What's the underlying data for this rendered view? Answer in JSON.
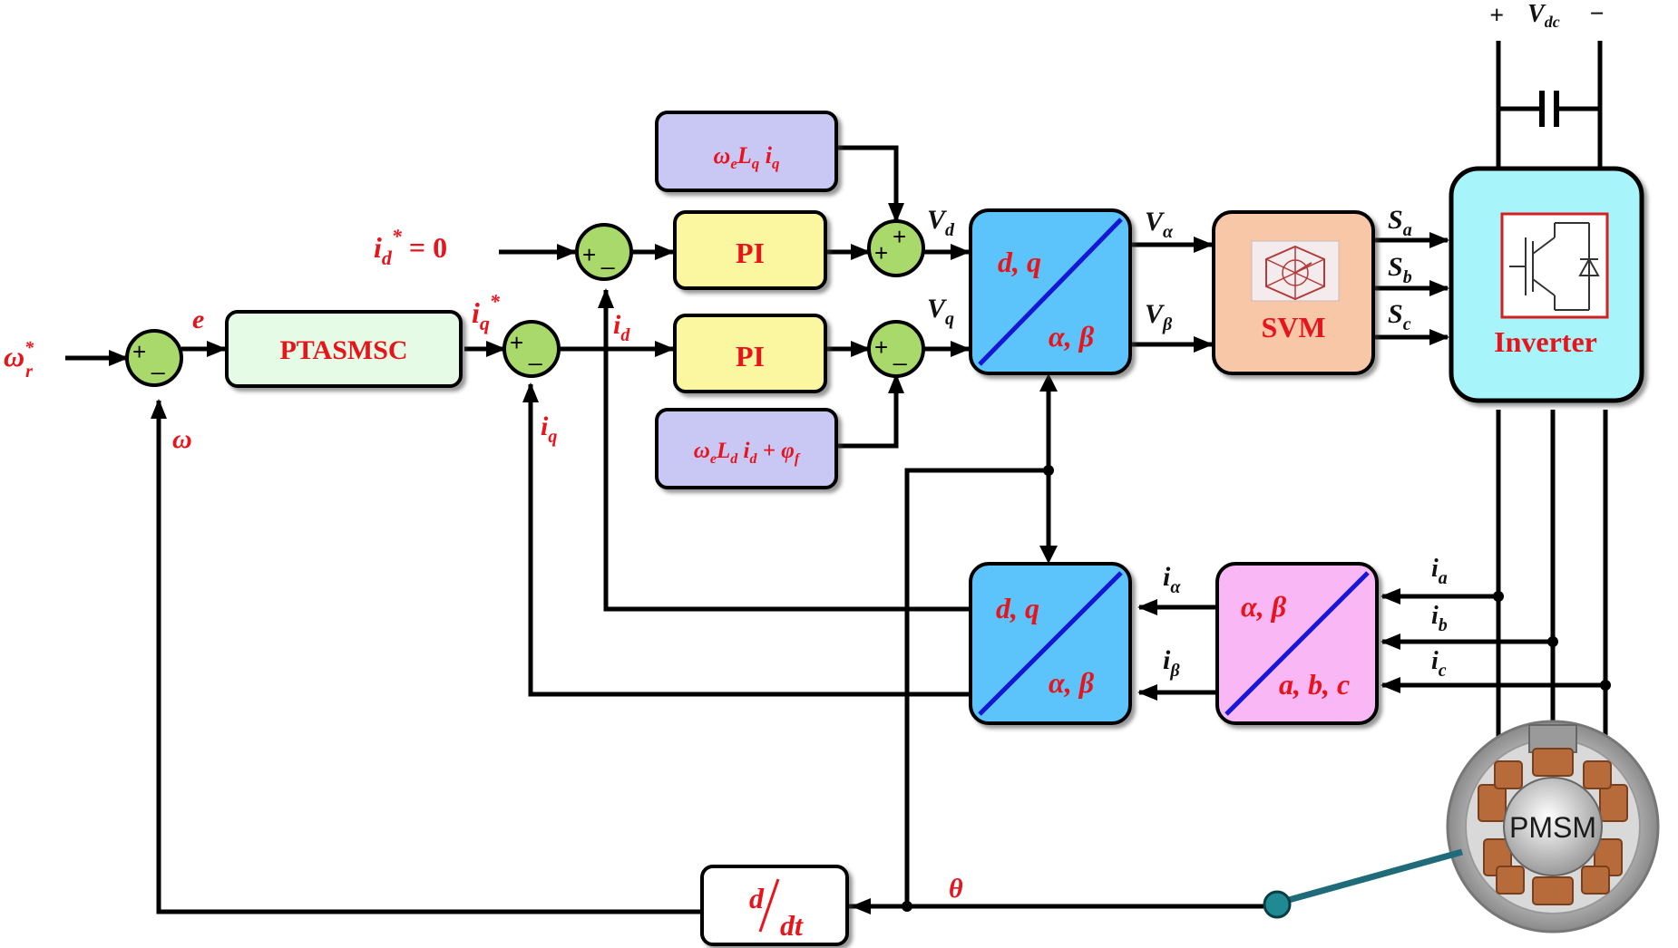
{
  "inputs": {
    "speed_ref": "ω",
    "speed_ref_sup": "*",
    "speed_ref_sub": "r",
    "id_ref": "i",
    "id_ref_sub": "d",
    "id_ref_sup": "*",
    "id_ref_eq": "= 0"
  },
  "signals": {
    "error": "e",
    "omega": "ω",
    "iq_ref": "i",
    "iq_ref_sub": "q",
    "iq_ref_sup": "*",
    "id": "i",
    "id_sub": "d",
    "iq": "i",
    "iq_sub": "q",
    "vd": "V",
    "vd_sub": "d",
    "vq": "V",
    "vq_sub": "q",
    "valpha": "V",
    "valpha_sub": "α",
    "vbeta": "V",
    "vbeta_sub": "β",
    "sa": "S",
    "sa_sub": "a",
    "sb": "S",
    "sb_sub": "b",
    "sc": "S",
    "sc_sub": "c",
    "ialpha": "i",
    "ialpha_sub": "α",
    "ibeta": "i",
    "ibeta_sub": "β",
    "ia": "i",
    "ia_sub": "a",
    "ib": "i",
    "ib_sub": "b",
    "ic": "i",
    "ic_sub": "c",
    "theta": "θ",
    "vdc_plus": "+",
    "vdc": "V",
    "vdc_sub": "dc",
    "vdc_minus": "−"
  },
  "blocks": {
    "controller": "PTASMSC",
    "pi_d": "PI",
    "pi_q": "PI",
    "ff_d": {
      "a": "ω",
      "a_sub": "e",
      "b": "L",
      "b_sub": "q",
      "c": " i",
      "c_sub": "q"
    },
    "ff_q": {
      "a": "ω",
      "a_sub": "e",
      "b": "L",
      "b_sub": "d",
      "c": " i",
      "c_sub": "d",
      "d": " + φ",
      "d_sub": "f"
    },
    "park_inv_top": "d, q",
    "park_inv_bottom": "α, β",
    "svm": "SVM",
    "inverter": "Inverter",
    "park_top": "d, q",
    "park_bottom": "α, β",
    "clarke_top": "α, β",
    "clarke_bottom": "a, b, c",
    "deriv_num": "d",
    "deriv_den": "dt",
    "motor": "PMSM"
  },
  "sum_signs": {
    "plus": "+",
    "minus": "_"
  },
  "colors": {
    "label_red": "#e8141b",
    "pi_fill": "#fbf7a0",
    "controller_fill": "#e6fbe6",
    "ff_fill": "#c9c8f5",
    "transform_fill": "#5bc3fb",
    "svm_fill": "#f7c7a8",
    "clarke_fill": "#f9b7f5",
    "inverter_fill": "#a8f4fb",
    "sum_fill": "#a9d96b"
  }
}
